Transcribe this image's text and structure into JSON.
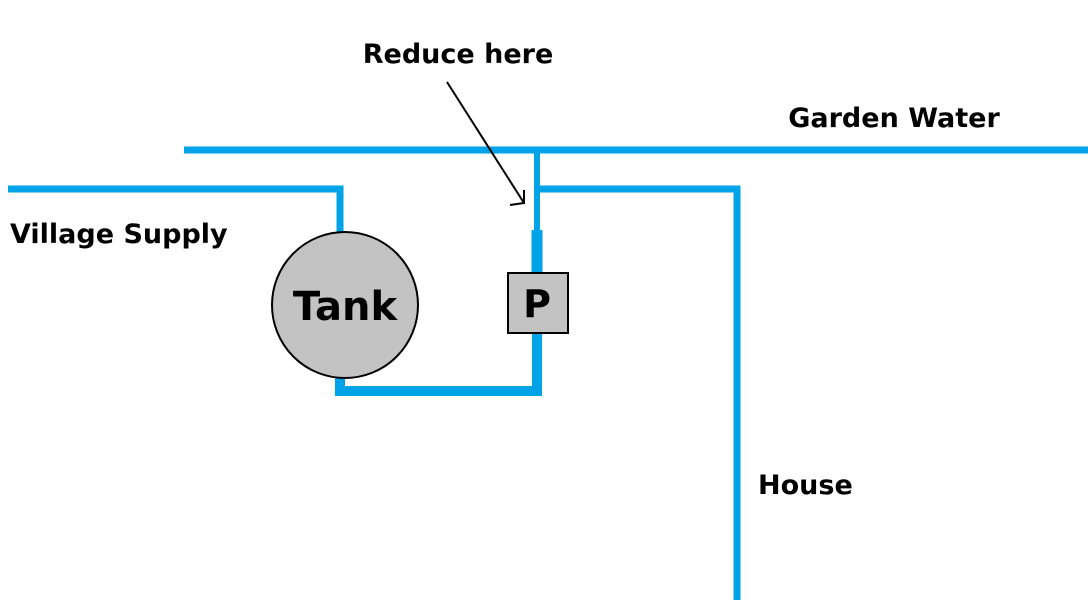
{
  "labels": {
    "reduce_here": "Reduce here",
    "garden_water": "Garden Water",
    "village_supply": "Village Supply",
    "house": "House"
  },
  "tank": {
    "label": "Tank",
    "fill_color": "#c3c3c3"
  },
  "pump": {
    "label": "P",
    "fill_color": "#c3c3c3"
  },
  "colors": {
    "pipe": "#00a2e8",
    "text": "#000000",
    "outline": "#000000"
  }
}
